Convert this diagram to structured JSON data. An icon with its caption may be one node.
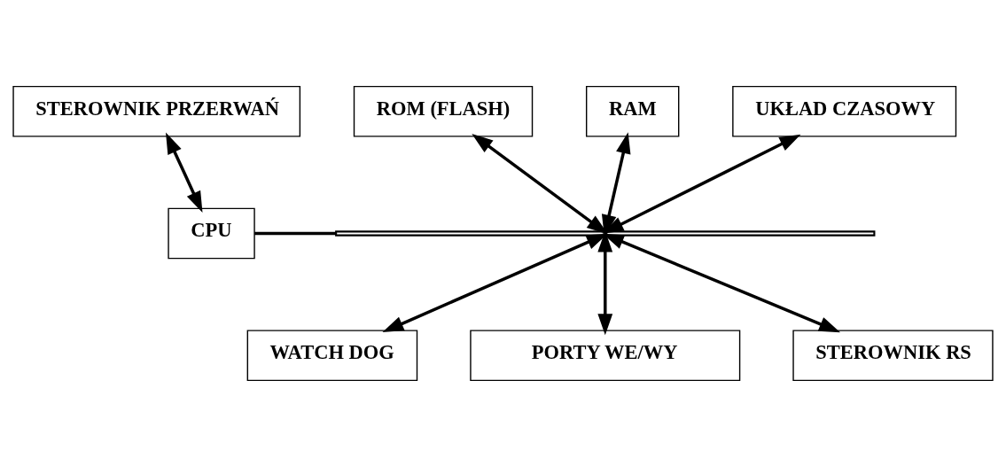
{
  "diagram": {
    "nodes": [
      {
        "text": [
          "STEROWNIK PRZERWAŃ"
        ]
      },
      {
        "text": [
          "ROM (FLASH)"
        ]
      },
      {
        "text": [
          "RAM"
        ]
      },
      {
        "text": [
          "UKŁAD CZASOWY"
        ]
      },
      {
        "text": [
          "CPU"
        ]
      },
      {
        "text": [],
        "shape": "bar"
      },
      {
        "text": [
          "WATCH DOG"
        ]
      },
      {
        "text": [
          "PORTY WE/WY"
        ]
      },
      {
        "text": [
          "STEROWNIK RS"
        ]
      }
    ],
    "edges": [
      {
        "from": 0,
        "to": 4,
        "arrow": "both"
      },
      {
        "from": 1,
        "to": 5,
        "arrow": "both"
      },
      {
        "from": 2,
        "to": 5,
        "arrow": "both"
      },
      {
        "from": 3,
        "to": 5,
        "arrow": "both"
      },
      {
        "from": 4,
        "to": 5,
        "arrow": "none"
      },
      {
        "from": 5,
        "to": 6,
        "arrow": "both"
      },
      {
        "from": 5,
        "to": 7,
        "arrow": "both"
      },
      {
        "from": 5,
        "to": 8,
        "arrow": "both"
      }
    ]
  }
}
